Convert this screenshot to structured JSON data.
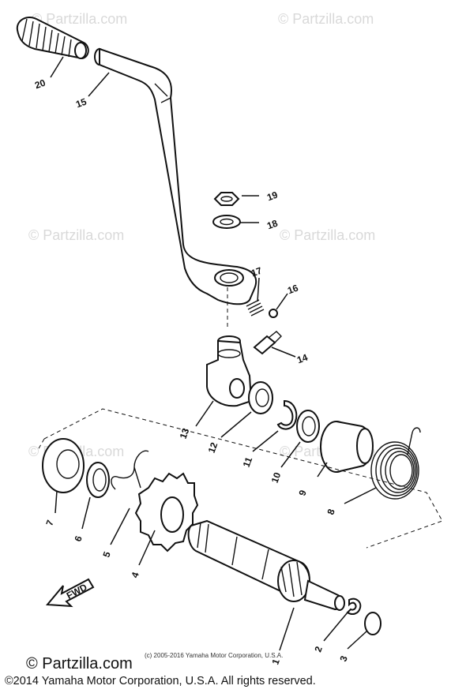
{
  "watermarks": [
    "© Partzilla.com",
    "© Partzilla.com",
    "© Partzilla.com",
    "© Partzilla.com",
    "© Partzilla.com",
    "© Partzilla.com"
  ],
  "callouts": [
    "1",
    "2",
    "3",
    "4",
    "5",
    "6",
    "7",
    "8",
    "9",
    "10",
    "11",
    "12",
    "13",
    "14",
    "15",
    "16",
    "17",
    "18",
    "19",
    "20"
  ],
  "fwd_label": "FWD",
  "small_copyright": "(c) 2005-2016 Yamaha Motor Corporation, U.S.A.",
  "footer": {
    "site": "© Partzilla.com",
    "copyright": "©2014 Yamaha Motor Corporation, U.S.A. All rights reserved."
  }
}
